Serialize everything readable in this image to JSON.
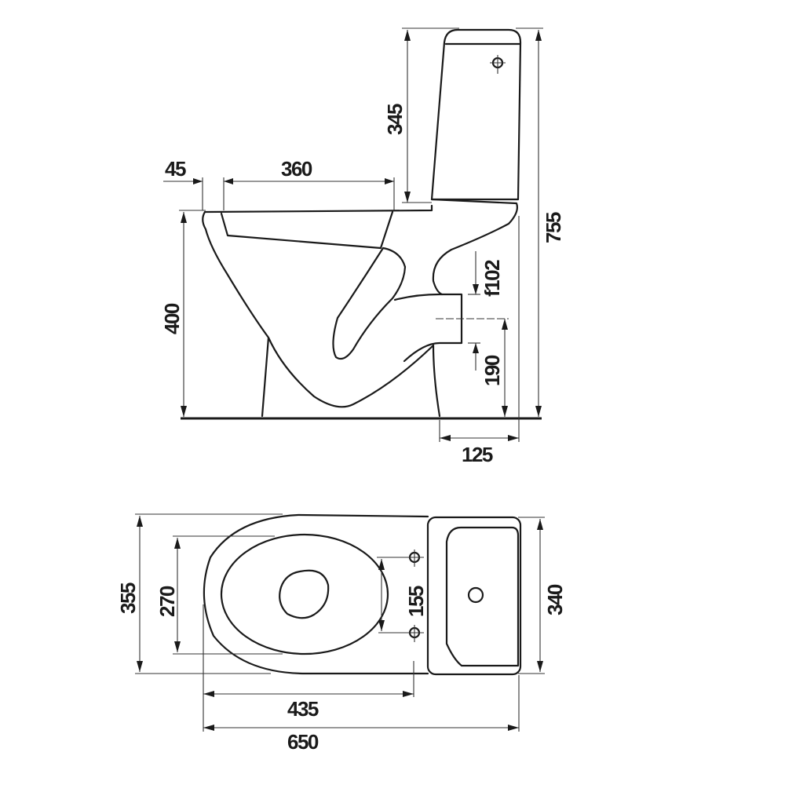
{
  "drawing": {
    "title": "Close-coupled toilet dimension drawing",
    "units": "mm",
    "side_view": {
      "dims": {
        "rim_offset": "45",
        "bowl_length": "360",
        "tank_height": "345",
        "total_height": "755",
        "seat_height": "400",
        "outlet_diameter": "f102",
        "outlet_height": "190",
        "outlet_setback": "125"
      }
    },
    "top_view": {
      "dims": {
        "total_width": "355",
        "bowl_width": "270",
        "seat_hole_spacing": "155",
        "tank_width": "340",
        "bowl_to_holes": "435",
        "total_length": "650"
      }
    }
  }
}
